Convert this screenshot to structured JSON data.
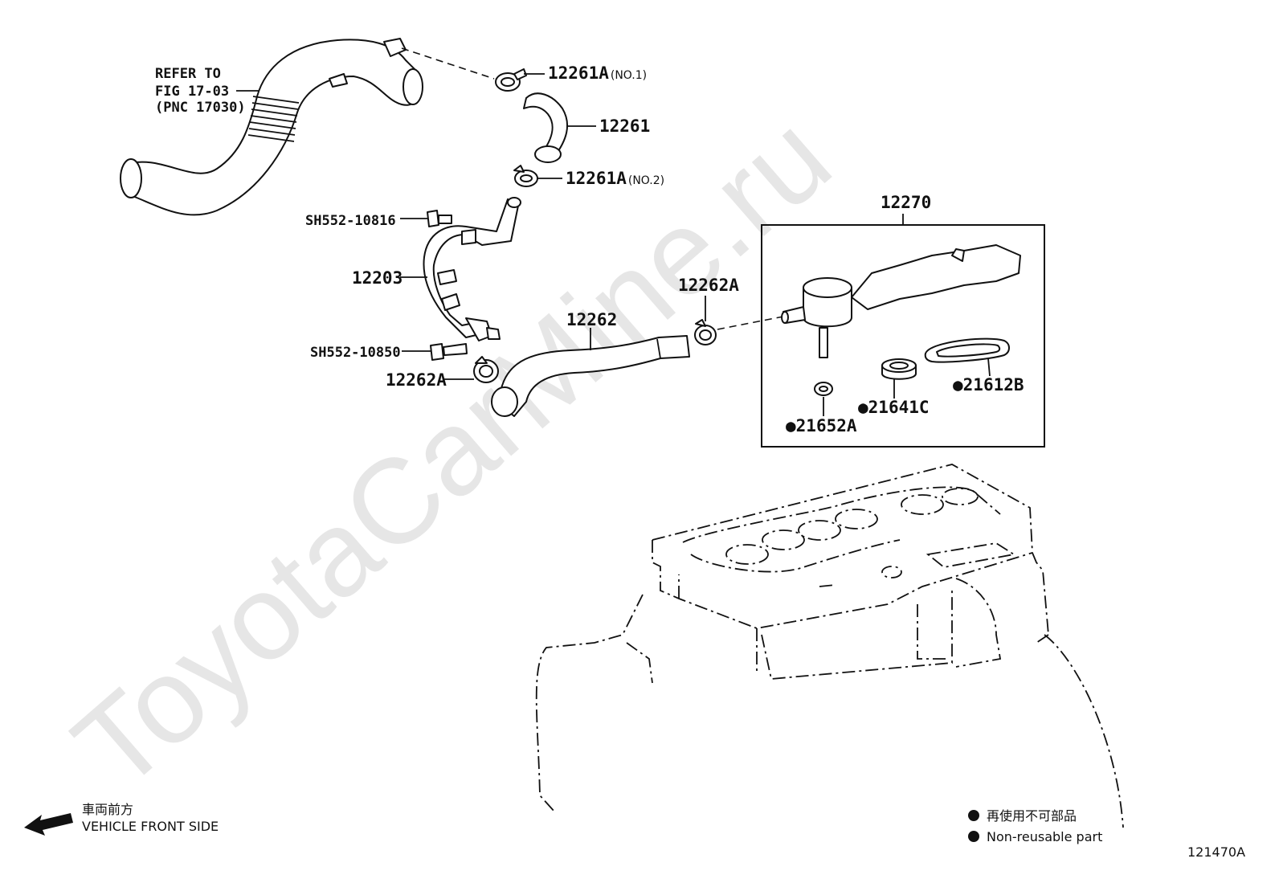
{
  "watermark": "ToyotaCarMine.ru",
  "refer_note": {
    "line1": "REFER TO",
    "line2": "FIG 17-03",
    "line3": "(PNC 17030)"
  },
  "callouts": {
    "c12261A_no1": {
      "code": "12261A",
      "suffix": "(NO.1)"
    },
    "c12261": {
      "code": "12261"
    },
    "c12261A_no2": {
      "code": "12261A",
      "suffix": "(NO.2)"
    },
    "cSH552_10816": {
      "code": "SH552-10816"
    },
    "c12203": {
      "code": "12203"
    },
    "cSH552_10850": {
      "code": "SH552-10850"
    },
    "c12262A_left": {
      "code": "12262A"
    },
    "c12262": {
      "code": "12262"
    },
    "c12262A_right": {
      "code": "12262A"
    },
    "c12270": {
      "code": "12270"
    },
    "c21612B": {
      "code": "21612B"
    },
    "c21641C": {
      "code": "21641C"
    },
    "c21652A": {
      "code": "21652A"
    }
  },
  "legend": {
    "symbol": "●",
    "japanese": "再使用不可部品",
    "english": "Non-reusable part"
  },
  "direction": {
    "japanese": "車両前方",
    "english": "VEHICLE FRONT SIDE"
  },
  "figure_id": "121470A"
}
